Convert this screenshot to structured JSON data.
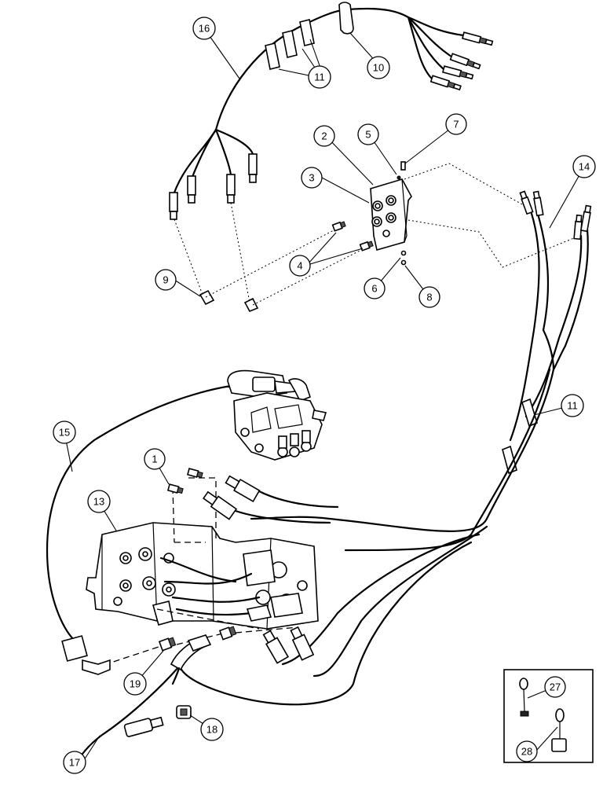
{
  "callouts": [
    {
      "id": "c1",
      "label": "1"
    },
    {
      "id": "c2",
      "label": "2"
    },
    {
      "id": "c3",
      "label": "3"
    },
    {
      "id": "c4",
      "label": "4"
    },
    {
      "id": "c5",
      "label": "5"
    },
    {
      "id": "c6",
      "label": "6"
    },
    {
      "id": "c7",
      "label": "7"
    },
    {
      "id": "c8",
      "label": "8"
    },
    {
      "id": "c9",
      "label": "9"
    },
    {
      "id": "c10",
      "label": "10"
    },
    {
      "id": "c11a",
      "label": "11"
    },
    {
      "id": "c11b",
      "label": "11"
    },
    {
      "id": "c13",
      "label": "13"
    },
    {
      "id": "c14",
      "label": "14"
    },
    {
      "id": "c15",
      "label": "15"
    },
    {
      "id": "c16",
      "label": "16"
    },
    {
      "id": "c17",
      "label": "17"
    },
    {
      "id": "c18",
      "label": "18"
    },
    {
      "id": "c19",
      "label": "19"
    },
    {
      "id": "c27",
      "label": "27"
    },
    {
      "id": "c28",
      "label": "28"
    }
  ]
}
